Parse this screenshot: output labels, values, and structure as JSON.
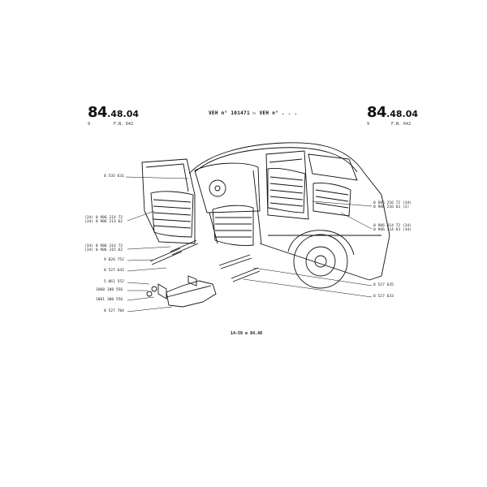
{
  "header": {
    "left_code_main": "84",
    "left_code_suffix": ".48.",
    "left_code_sub": "04",
    "left_sub_a": "9",
    "left_sub_b": "F.N. 642",
    "title": "VEH n° 101471 ▷ VEH n° . . .",
    "right_code_main": "84",
    "right_code_suffix": ".48.",
    "right_code_sub": "04",
    "right_sub_a": "9",
    "right_sub_b": "F.N. 642"
  },
  "labels": {
    "l1": "8 535 631",
    "l2a": "(34) 0 986 214 72",
    "l2b": "(34) 0 986 213 62",
    "l3a": "(34) 0 986 314 72",
    "l3b": "(34) 0 986 315 62",
    "l4": "9 026 752",
    "l5": "8 527 642",
    "l6": "5 061 552",
    "l7": "1060 100 556",
    "l8": "1061 300 556",
    "l9": "8 527 704",
    "r1a": "0 986 216 72 (34)",
    "r1b": "0 986 216 63 (2)",
    "r2a": "0 986 314 72 (34)",
    "r2b": "0 986 314 63 (34)",
    "r3": "8 527 635",
    "r4": "8 527 633"
  },
  "footer": {
    "text": "14-59 ⊕ 84.48"
  }
}
